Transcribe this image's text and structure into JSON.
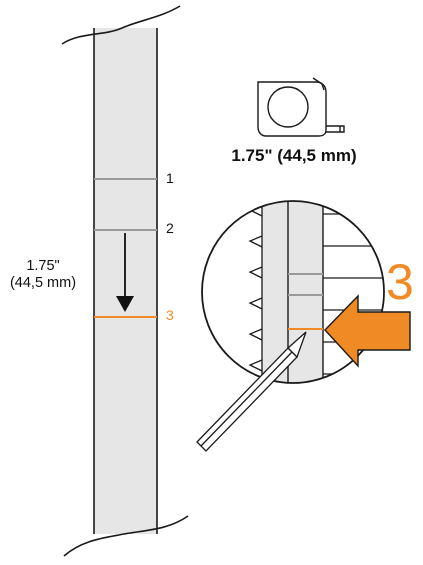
{
  "diagram": {
    "ticks": [
      {
        "label": "1"
      },
      {
        "label": "2"
      },
      {
        "label": "3"
      }
    ],
    "dimension_line1": "1.75\"",
    "dimension_line2": "(44,5 mm)",
    "tape_measure_label": "1.75\" (44,5 mm)",
    "step_number": "3",
    "colors": {
      "accent": "#f08a24",
      "rail_fill": "#e6e6e6",
      "rail_outline": "#1a1a1a",
      "tick_gray": "#9a9a9a"
    },
    "icons": [
      "tape-measure-icon",
      "pencil-icon",
      "arrow-down-icon",
      "pointer-arrow-icon"
    ]
  }
}
